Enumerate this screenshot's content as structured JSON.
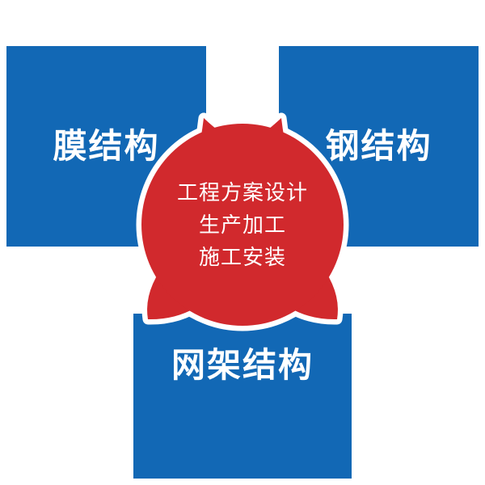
{
  "diagram": {
    "boxes": [
      {
        "label": "膜结构"
      },
      {
        "label": "钢结构"
      },
      {
        "label": "网架结构"
      }
    ],
    "center_badge": {
      "line1": "工程方案设计",
      "line2": "生产加工",
      "line3": "施工安装"
    },
    "colors": {
      "blue": "#1268b5",
      "red": "#d1292d",
      "text": "#ffffff"
    }
  }
}
